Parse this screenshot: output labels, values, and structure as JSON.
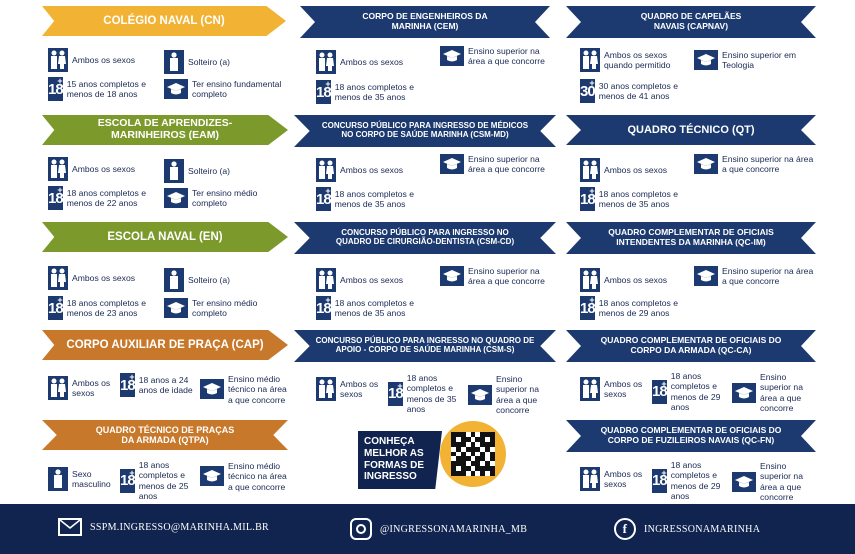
{
  "colors": {
    "navy": "#10244f",
    "banner_blue": "#1c3a6f",
    "yellow": "#f2b233",
    "green": "#7c9a2c",
    "orange": "#c8782a"
  },
  "cn": {
    "title": "COLÉGIO NAVAL (CN)",
    "sex": "Ambos os sexos",
    "civil": "Solteiro (a)",
    "age": "15 anos completos e menos de 18 anos",
    "edu": "Ter ensino fundamental completo"
  },
  "eam": {
    "title": "ESCOLA DE APRENDIZES-MARINHEIROS (EAM)",
    "sex": "Ambos os sexos",
    "civil": "Solteiro (a)",
    "age": "18 anos completos e menos de 22 anos",
    "edu": "Ter ensino médio completo"
  },
  "en": {
    "title": "ESCOLA NAVAL (EN)",
    "sex": "Ambos os sexos",
    "civil": "Solteiro (a)",
    "age": "18 anos completos e menos de 23 anos",
    "edu": "Ter ensino médio completo"
  },
  "cap": {
    "title": "CORPO AUXILIAR DE PRAÇA (CAP)",
    "sex": "Ambos os sexos",
    "age": "18 anos a 24 anos de idade",
    "edu": "Ensino médio técnico na área a que concorre"
  },
  "qtpa": {
    "title": "QUADRO TÉCNICO DE PRAÇAS DA ARMADA (QTPA)",
    "sex": "Sexo masculino",
    "age": "18 anos completos e menos de 25 anos",
    "edu": "Ensino médio técnico na área a que concorre"
  },
  "cem": {
    "title": "CORPO DE ENGENHEIROS DA MARINHA (CEM)",
    "sex": "Ambos os sexos",
    "edu": "Ensino superior na área a que concorre",
    "age": "18 anos completos e menos de 35 anos"
  },
  "csmmd": {
    "title": "CONCURSO PÚBLICO PARA INGRESSO DE MÉDICOS NO CORPO DE SAÚDE MARINHA (CSM-MD)",
    "sex": "Ambos os sexos",
    "edu": "Ensino superior na área a que concorre",
    "age": "18 anos completos e menos de 35 anos"
  },
  "csmcd": {
    "title": "CONCURSO PÚBLICO PARA INGRESSO NO QUADRO DE CIRURGIÃO-DENTISTA (CSM-CD)",
    "sex": "Ambos os sexos",
    "edu": "Ensino superior na área a que concorre",
    "age": "18 anos completos e menos de 35 anos"
  },
  "csms": {
    "title": "CONCURSO PÚBLICO PARA INGRESSO NO QUADRO DE APOIO - CORPO DE SAÚDE MARINHA (CSM-S)",
    "sex": "Ambos os sexos",
    "age": "18 anos completos e menos de 35 anos",
    "edu": "Ensino superior na área a que concorre"
  },
  "capnav": {
    "title": "QUADRO DE CAPELÃES NAVAIS (CAPNAV)",
    "sex": "Ambos os sexos quando permitido",
    "edu": "Ensino superior em Teologia",
    "age_icon": "30",
    "age": "30 anos completos e menos de 41 anos"
  },
  "qt": {
    "title": "QUADRO TÉCNICO (QT)",
    "sex": "Ambos os sexos",
    "edu": "Ensino superior na área a que concorre",
    "age": "18 anos completos e menos de 35 anos"
  },
  "qcim": {
    "title": "QUADRO COMPLEMENTAR DE OFICIAIS INTENDENTES DA MARINHA (QC-IM)",
    "sex": "Ambos os sexos",
    "edu": "Ensino superior na área a que concorre",
    "age": "18 anos completos e menos de 29 anos"
  },
  "qcca": {
    "title": "QUADRO COMPLEMENTAR DE OFICIAIS DO CORPO DA ARMADA (QC-CA)",
    "sex": "Ambos os sexos",
    "age": "18 anos completos e menos de 29 anos",
    "edu": "Ensino superior na área a que concorre"
  },
  "qcfn": {
    "title": "QUADRO COMPLEMENTAR DE OFICIAIS DO CORPO DE FUZILEIROS NAVAIS (QC-FN)",
    "sex": "Ambos os sexos",
    "age": "18 anos completos e menos de 29 anos",
    "edu": "Ensino superior na área a que concorre"
  },
  "age_icon_default": "18",
  "qr": {
    "text": "CONHEÇA MELHOR AS FORMAS DE INGRESSO"
  },
  "footer": {
    "email": "SSPM.INGRESSO@MARINHA.MIL.BR",
    "instagram": "@INGRESSONAMARINHA_MB",
    "facebook": "INGRESSONAMARINHA",
    "facebook_glyph": "f"
  }
}
